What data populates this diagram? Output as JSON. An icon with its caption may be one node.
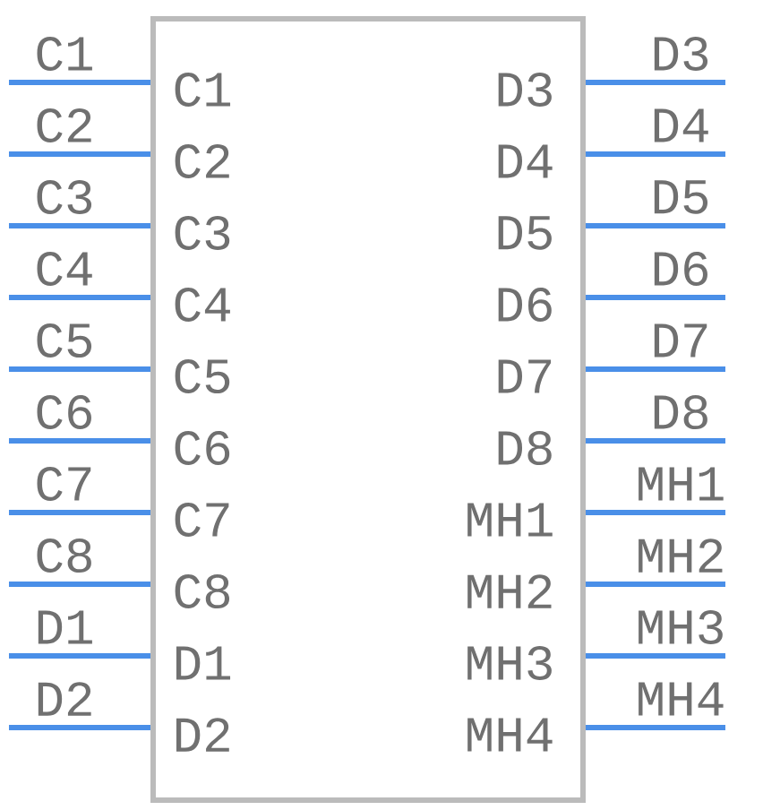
{
  "diagram": {
    "nodes": [
      {
        "text": [
          "C1",
          "D3",
          "C2",
          "D4",
          "C3",
          "D5",
          "C4",
          "D6",
          "C5",
          "D7",
          "C6",
          "D8",
          "C7",
          "MH1",
          "C8",
          "MH2",
          "D1",
          "MH3",
          "D2",
          "MH4"
        ]
      }
    ],
    "labels": [
      "C1",
      "D3",
      "C2",
      "D4",
      "C3",
      "D5",
      "C4",
      "D6",
      "C5",
      "D7",
      "C6",
      "D8",
      "C7",
      "MH1",
      "C8",
      "MH2",
      "D1",
      "MH3",
      "D2",
      "MH4"
    ]
  }
}
